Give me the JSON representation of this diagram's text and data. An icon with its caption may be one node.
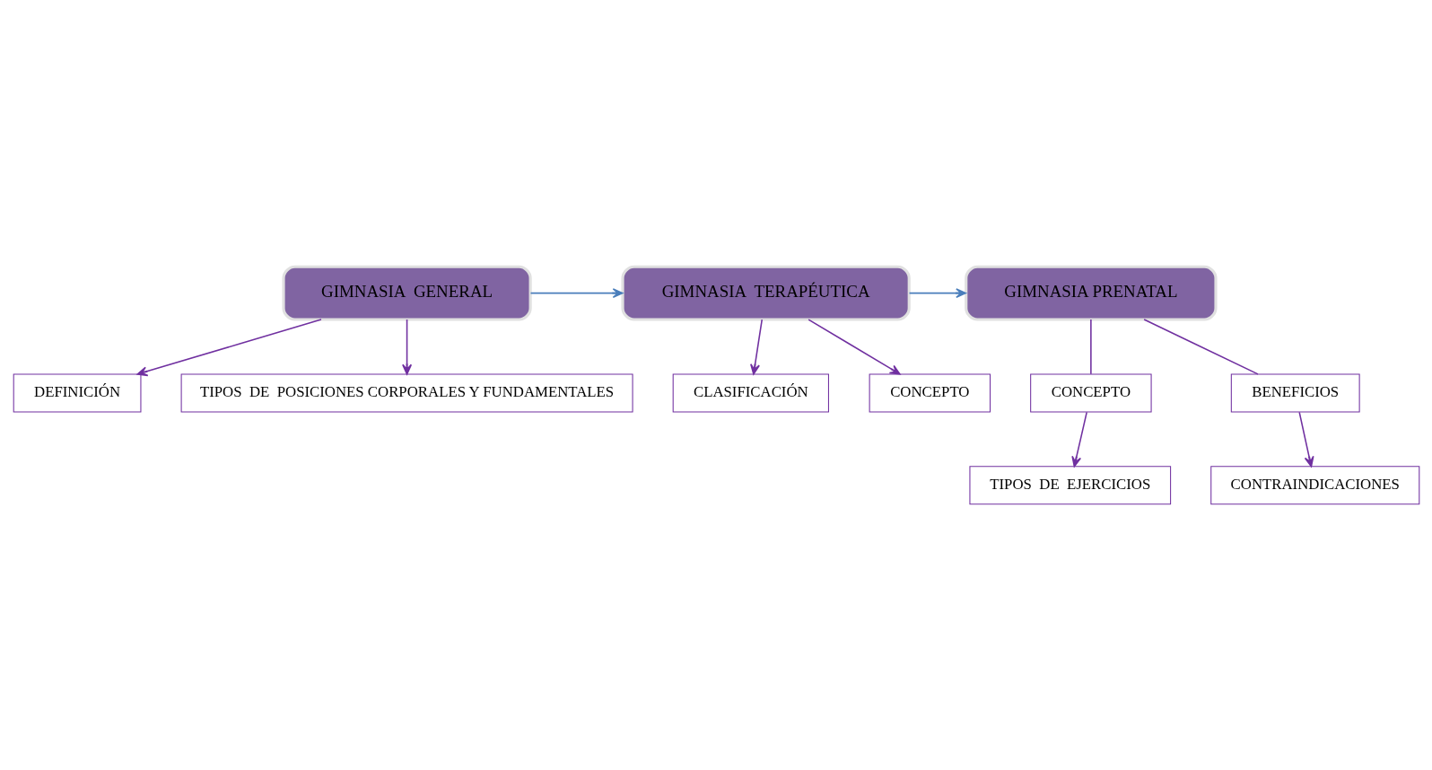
{
  "diagram": {
    "nodes": [
      {
        "text": [
          "TIPOS  DE  EJERCICIOS"
        ]
      },
      {
        "text": [
          "CLASIFICACIÓN"
        ]
      },
      {
        "text": [
          "CONCEPTO"
        ]
      },
      {
        "text": [
          "CONCEPTO"
        ]
      },
      {
        "text": [
          "GIMNASIA PRENATAL"
        ]
      },
      {
        "text": [
          "GIMNASIA  TERAPÉUTICA"
        ]
      },
      {
        "text": [
          "GIMNASIA  GENERAL"
        ]
      },
      {
        "text": [
          "BENEFICIOS"
        ]
      },
      {
        "text": [
          "DEFINICIÓN"
        ]
      },
      {
        "text": [
          "CONTRAINDICACIONES"
        ]
      },
      {
        "text": [
          "TIPOS  DE  POSICIONES CORPORALES Y FUNDAMENTALES"
        ]
      }
    ],
    "edges": [
      {
        "from": 3,
        "to": 0,
        "arrow": "to"
      },
      {
        "from": 4,
        "to": 3,
        "arrow": "none"
      },
      {
        "from": 5,
        "to": 1,
        "arrow": "to"
      },
      {
        "from": 5,
        "to": 2,
        "arrow": "to"
      },
      {
        "from": 5,
        "to": 4,
        "arrow": "to",
        "color": "#4a7ebb"
      },
      {
        "from": 6,
        "to": 5,
        "arrow": "to",
        "color": "#4a7ebb"
      },
      {
        "from": 4,
        "to": 7,
        "arrow": "none"
      },
      {
        "from": 7,
        "to": 9,
        "arrow": "to"
      },
      {
        "from": 6,
        "to": 8,
        "arrow": "to"
      },
      {
        "from": 6,
        "to": 10,
        "arrow": "to"
      }
    ]
  }
}
